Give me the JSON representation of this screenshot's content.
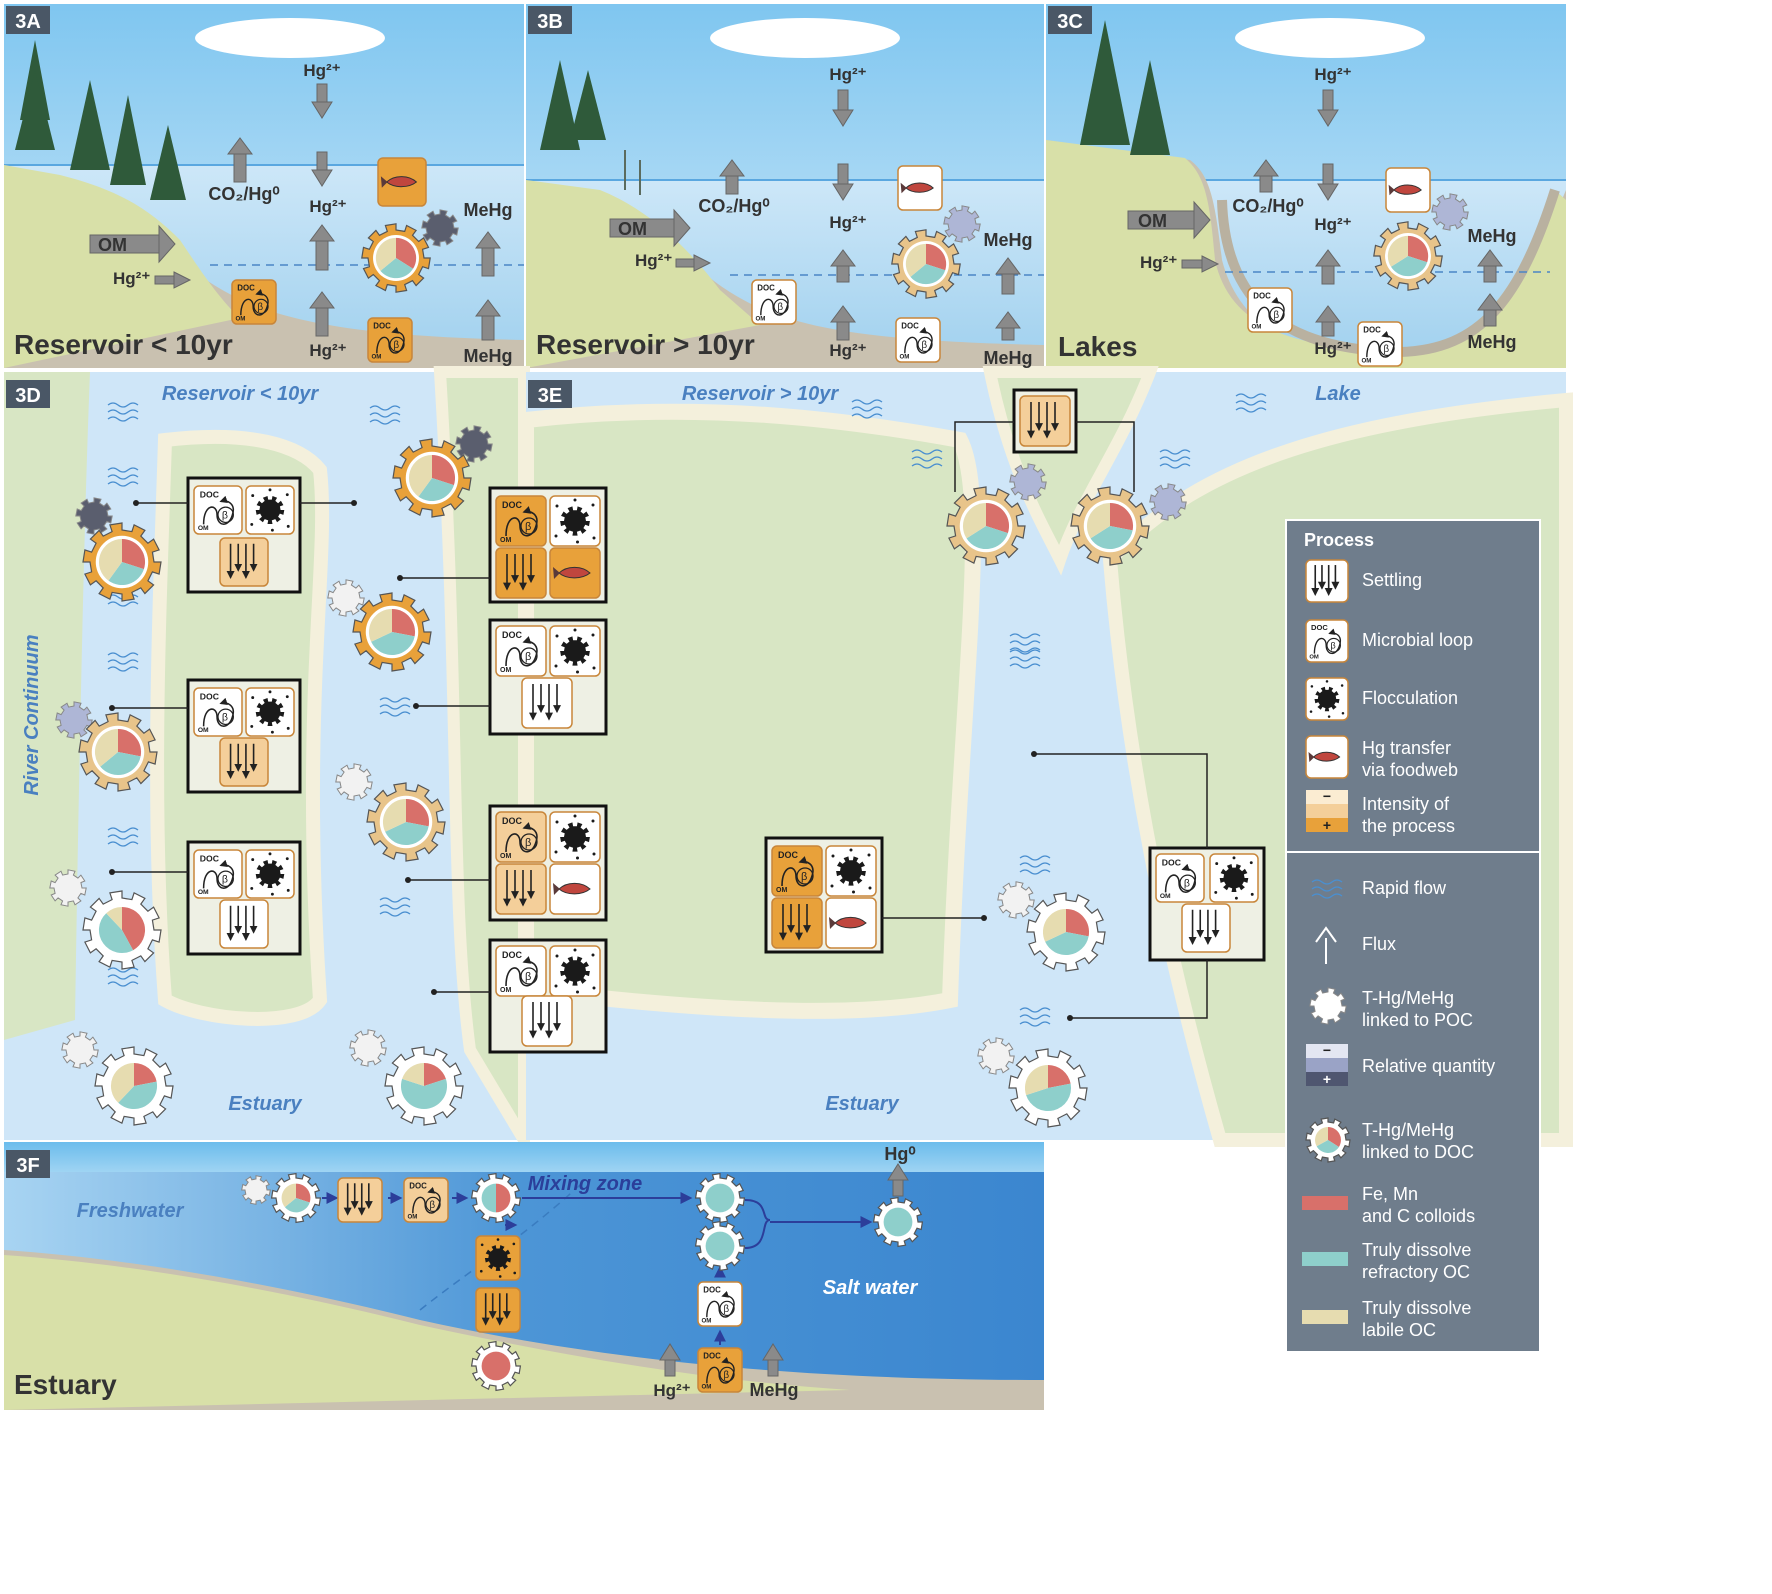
{
  "panels": {
    "a": {
      "tag": "3A",
      "title": "Reservoir < 10yr"
    },
    "b": {
      "tag": "3B",
      "title": "Reservoir > 10yr"
    },
    "c": {
      "tag": "3C",
      "title": "Lakes"
    },
    "d": {
      "tag": "3D",
      "top": "Reservoir < 10yr",
      "side": "River Continuum",
      "bottom": "Estuary"
    },
    "e": {
      "tag": "3E",
      "top_left": "Reservoir > 10yr",
      "top_right": "Lake",
      "bottom": "Estuary"
    },
    "f": {
      "tag": "3F",
      "title": "Estuary",
      "freshwater": "Freshwater",
      "mixing": "Mixing zone",
      "salt": "Salt water"
    }
  },
  "labels": {
    "hg2": "Hg²⁺",
    "co2": "CO₂/Hg⁰",
    "om": "OM",
    "mehg": "MeHg",
    "hg0": "Hg⁰",
    "doc": "DOC",
    "beta": "β"
  },
  "legend": {
    "title": "Process",
    "items": [
      {
        "icon": "settling-icon",
        "text": "Settling"
      },
      {
        "icon": "microbial-loop-icon",
        "text": "Microbial loop"
      },
      {
        "icon": "flocculation-icon",
        "text": "Flocculation"
      },
      {
        "icon": "fish-icon",
        "text": "Hg transfer\nvia foodweb"
      },
      {
        "icon": "intensity-scale-icon",
        "text": "Intensity of\nthe process"
      },
      {
        "icon": "rapid-flow-icon",
        "text": "Rapid flow"
      },
      {
        "icon": "flux-arrow-icon",
        "text": "Flux"
      },
      {
        "icon": "poc-gear-icon",
        "text": "T-Hg/MeHg\nlinked to POC"
      },
      {
        "icon": "quantity-scale-icon",
        "text": "Relative quantity"
      },
      {
        "icon": "doc-gear-icon",
        "text": "T-Hg/MeHg\nlinked to DOC"
      },
      {
        "icon": "fe-mn-swatch",
        "text": "Fe, Mn\nand C colloids"
      },
      {
        "icon": "refractory-swatch",
        "text": "Truly dissolve\nrefractory OC"
      },
      {
        "icon": "labile-swatch",
        "text": "Truly dissolve\nlabile OC"
      }
    ],
    "scale_minus": "−",
    "scale_plus": "+"
  },
  "colors": {
    "fe_mn": "#d8706a",
    "refractory": "#8ecfcb",
    "labile": "#e6dcb0",
    "orange": "#e8a13a",
    "light_orange": "#f4cf9a",
    "legend_bg": "#6f7d8c",
    "water": "#bfe0f6",
    "land": "#d8e6c4"
  }
}
